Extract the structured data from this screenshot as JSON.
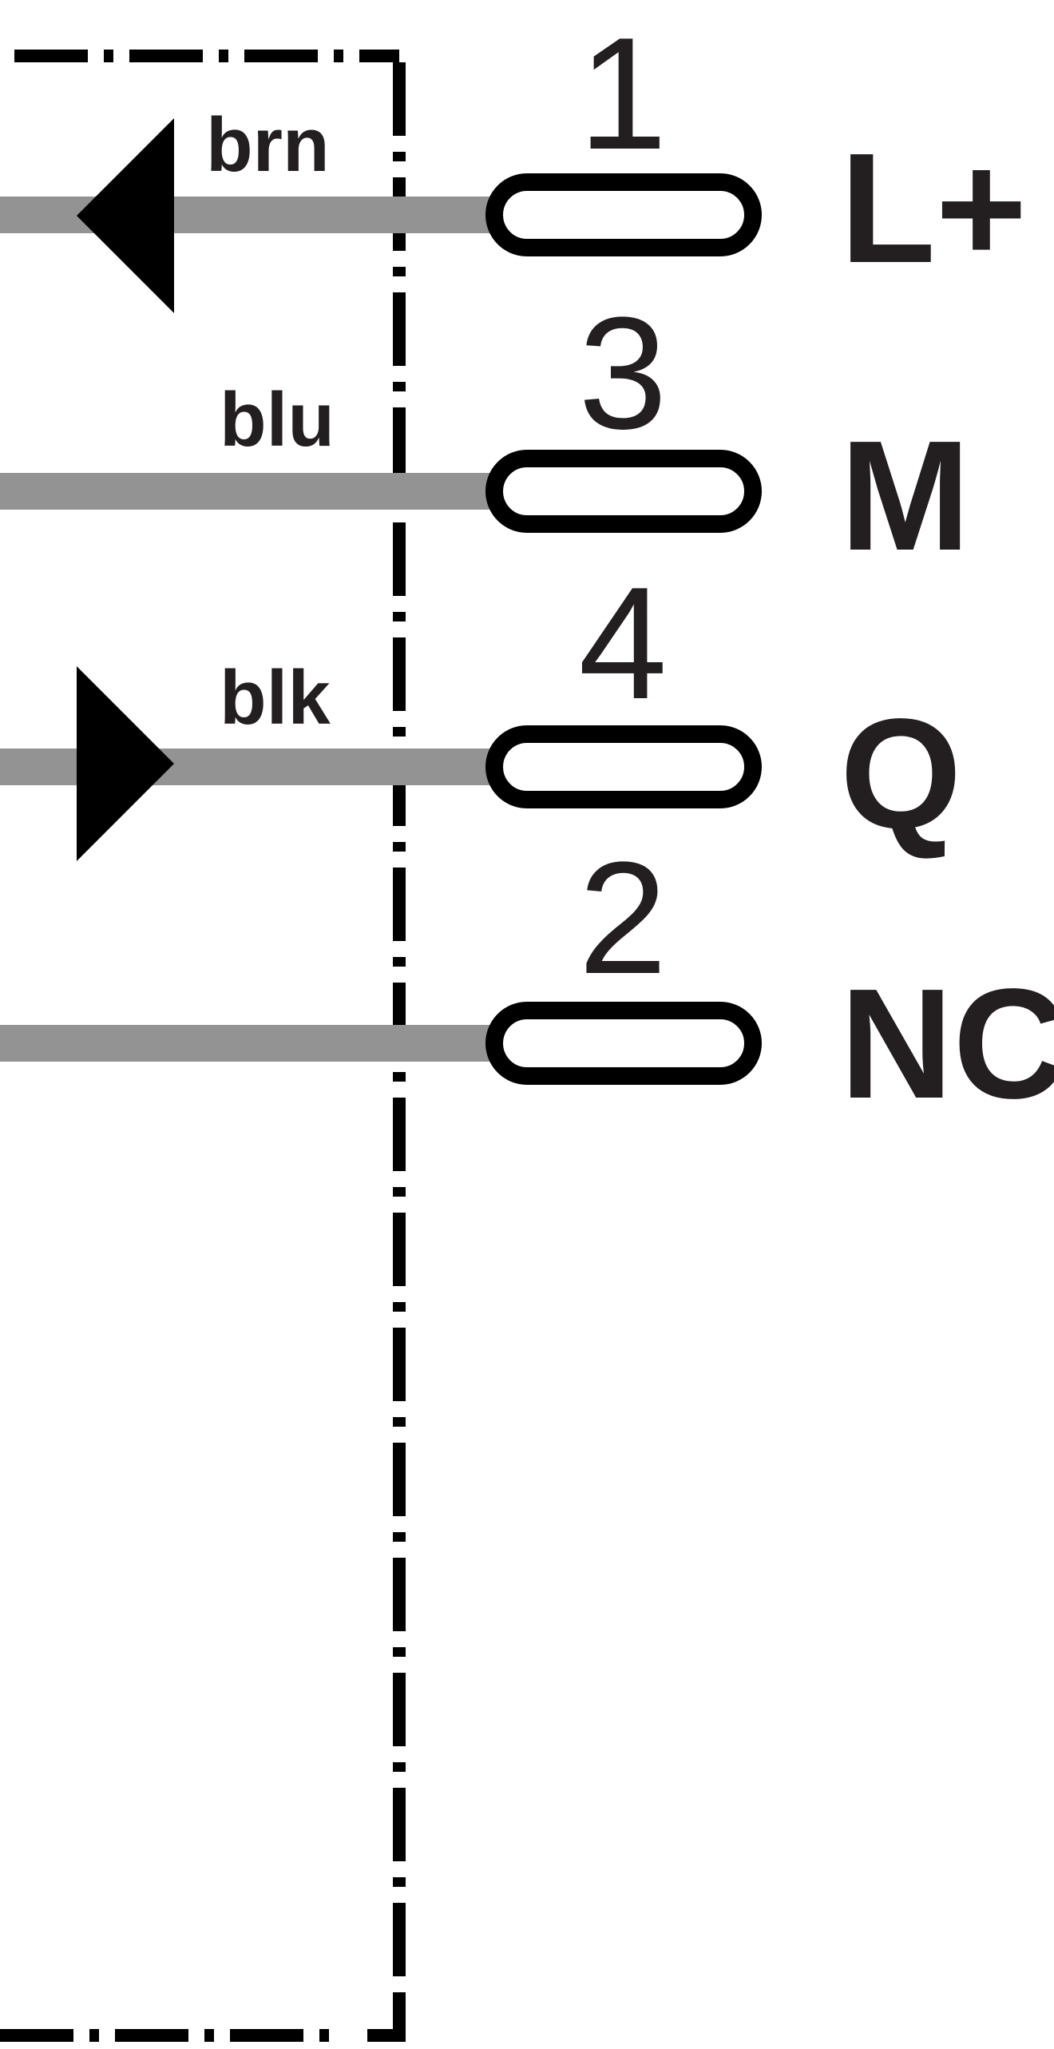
{
  "diagram": {
    "colors": {
      "line": "#000000",
      "wire": "#939393",
      "text": "#231f20",
      "background": "#ffffff"
    },
    "rows": [
      {
        "id": "row-1",
        "wire_color": "brn",
        "pin_number": "1",
        "signal": "L+",
        "arrow": "left"
      },
      {
        "id": "row-3",
        "wire_color": "blu",
        "pin_number": "3",
        "signal": "M",
        "arrow": "none"
      },
      {
        "id": "row-4",
        "wire_color": "blk",
        "pin_number": "4",
        "signal": "Q",
        "arrow": "right"
      },
      {
        "id": "row-2",
        "wire_color": "",
        "pin_number": "2",
        "signal": "NC",
        "arrow": "none"
      }
    ]
  }
}
